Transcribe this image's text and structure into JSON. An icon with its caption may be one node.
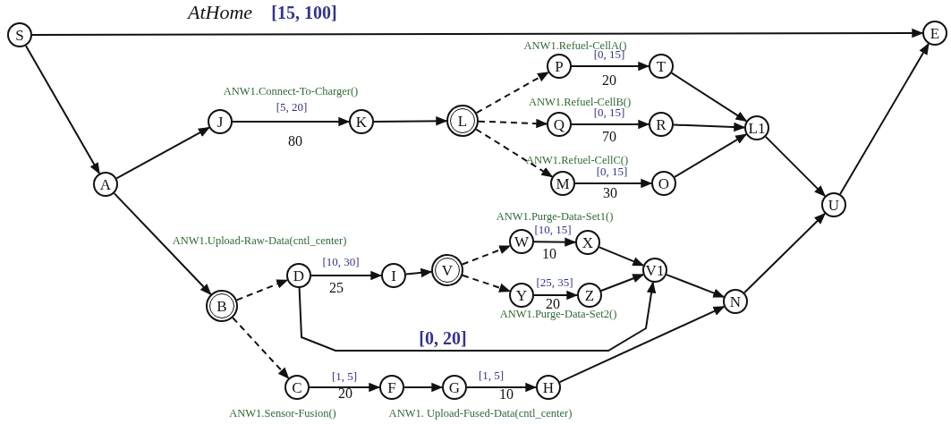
{
  "diagram": {
    "nodes": [
      {
        "text": [
          "S"
        ]
      },
      {
        "text": [
          "E"
        ]
      },
      {
        "text": [
          "A"
        ]
      },
      {
        "text": [
          "J"
        ]
      },
      {
        "text": [
          "K"
        ]
      },
      {
        "text": [
          "L"
        ]
      },
      {
        "text": [
          "P"
        ]
      },
      {
        "text": [
          "T"
        ]
      },
      {
        "text": [
          "Q"
        ]
      },
      {
        "text": [
          "R"
        ]
      },
      {
        "text": [
          "M"
        ]
      },
      {
        "text": [
          "O"
        ]
      },
      {
        "text": [
          "L1"
        ]
      },
      {
        "text": [
          "U"
        ]
      },
      {
        "text": [
          "B"
        ]
      },
      {
        "text": [
          "D"
        ]
      },
      {
        "text": [
          "I"
        ]
      },
      {
        "text": [
          "V"
        ]
      },
      {
        "text": [
          "W"
        ]
      },
      {
        "text": [
          "X"
        ]
      },
      {
        "text": [
          "Y"
        ]
      },
      {
        "text": [
          "Z"
        ]
      },
      {
        "text": [
          "V1"
        ]
      },
      {
        "text": [
          "N"
        ]
      },
      {
        "text": [
          "C"
        ]
      },
      {
        "text": [
          "F"
        ]
      },
      {
        "text": [
          "G"
        ]
      },
      {
        "text": [
          "H"
        ]
      }
    ],
    "edges": [
      {
        "from": 0,
        "to": 1,
        "arrow": "to",
        "label": "[15, 100]"
      },
      {
        "from": 0,
        "to": 2,
        "arrow": "to"
      },
      {
        "from": 2,
        "to": 3,
        "arrow": "to"
      },
      {
        "from": 2,
        "to": 14,
        "arrow": "to"
      },
      {
        "from": 3,
        "to": 4,
        "arrow": "to",
        "label": "[5, 20]"
      },
      {
        "from": 4,
        "to": 5,
        "arrow": "to"
      },
      {
        "from": 5,
        "to": 6,
        "arrow": "to",
        "style": "dashed"
      },
      {
        "from": 5,
        "to": 8,
        "arrow": "to",
        "style": "dashed"
      },
      {
        "from": 5,
        "to": 10,
        "arrow": "to",
        "style": "dashed"
      },
      {
        "from": 6,
        "to": 7,
        "arrow": "to",
        "label": "[0, 15]"
      },
      {
        "from": 8,
        "to": 9,
        "arrow": "to",
        "label": "[0, 15]"
      },
      {
        "from": 10,
        "to": 11,
        "arrow": "to",
        "label": "[0, 15]"
      },
      {
        "from": 7,
        "to": 12,
        "arrow": "to"
      },
      {
        "from": 9,
        "to": 12,
        "arrow": "to"
      },
      {
        "from": 11,
        "to": 12,
        "arrow": "to"
      },
      {
        "from": 12,
        "to": 13,
        "arrow": "to"
      },
      {
        "from": 13,
        "to": 1,
        "arrow": "to"
      },
      {
        "from": 14,
        "to": 15,
        "arrow": "to",
        "style": "dashed"
      },
      {
        "from": 14,
        "to": 24,
        "arrow": "to",
        "style": "dashed"
      },
      {
        "from": 15,
        "to": 16,
        "arrow": "to",
        "label": "[10, 30]"
      },
      {
        "from": 16,
        "to": 17,
        "arrow": "to"
      },
      {
        "from": 17,
        "to": 18,
        "arrow": "to",
        "style": "dashed"
      },
      {
        "from": 17,
        "to": 20,
        "arrow": "to",
        "style": "dashed"
      },
      {
        "from": 18,
        "to": 19,
        "arrow": "to",
        "label": "[10, 15]"
      },
      {
        "from": 20,
        "to": 21,
        "arrow": "to",
        "label": "[25, 35]"
      },
      {
        "from": 19,
        "to": 22,
        "arrow": "to"
      },
      {
        "from": 21,
        "to": 22,
        "arrow": "to"
      },
      {
        "from": 15,
        "to": 22,
        "arrow": "to",
        "label": "[0, 20]"
      },
      {
        "from": 22,
        "to": 23,
        "arrow": "to"
      },
      {
        "from": 24,
        "to": 25,
        "arrow": "to",
        "label": "[1, 5]"
      },
      {
        "from": 25,
        "to": 26,
        "arrow": "to"
      },
      {
        "from": 26,
        "to": 27,
        "arrow": "to",
        "label": "[1, 5]"
      },
      {
        "from": 27,
        "to": 23,
        "arrow": "to"
      },
      {
        "from": 23,
        "to": 13,
        "arrow": "to"
      }
    ],
    "labels": [
      "AtHome",
      "ANW1.Connect-To-Charger()",
      "80",
      "ANW1.Refuel-CellA()",
      "20",
      "ANW1.Refuel-CellB()",
      "70",
      "ANW1.Refuel-CellC()",
      "30",
      "ANW1.Purge-Data-Set1()",
      "ANW1.Upload-Raw-Data(cntl_center)",
      "10",
      "25",
      "20",
      "ANW1.Purge-Data-Set2()",
      "20",
      "10",
      "ANW1.Sensor-Fusion()",
      "ANW1. Upload-Fused-Data(cntl_center)"
    ]
  }
}
